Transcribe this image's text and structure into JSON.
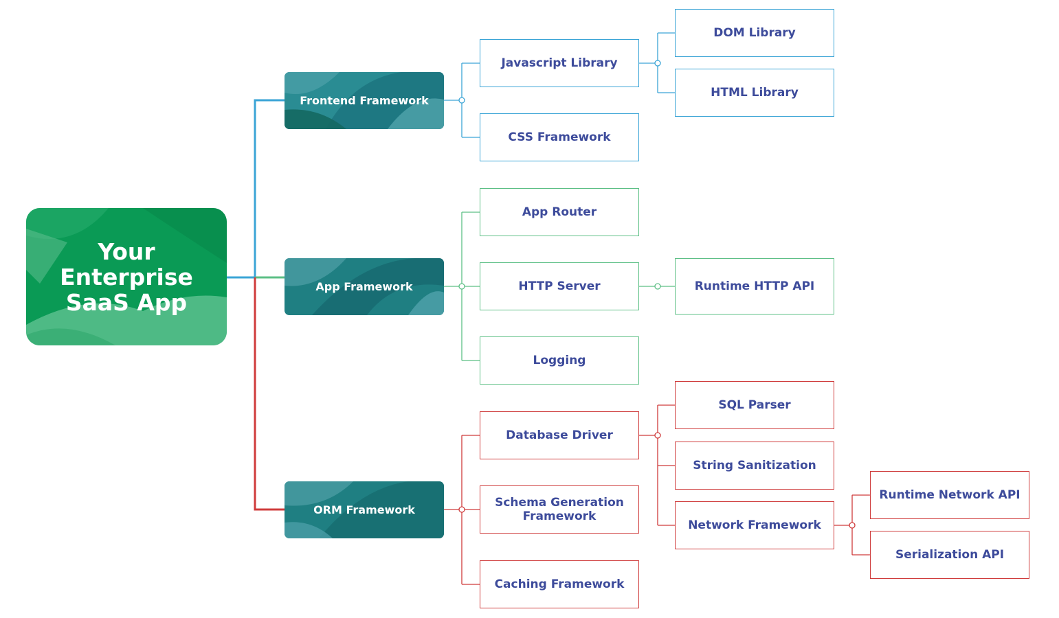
{
  "root": {
    "line1": "Your",
    "line2": "Enterprise",
    "line3": "SaaS App"
  },
  "categories": {
    "frontend": "Frontend Framework",
    "app": "App Framework",
    "orm": "ORM Framework"
  },
  "nodes": {
    "javascript_library": "Javascript Library",
    "css_framework": "CSS Framework",
    "dom_library": "DOM Library",
    "html_library": "HTML Library",
    "app_router": "App Router",
    "http_server": "HTTP Server",
    "logging": "Logging",
    "runtime_http_api": "Runtime HTTP API",
    "database_driver": "Database Driver",
    "schema_generation_framework": "Schema Generation Framework",
    "caching_framework": "Caching Framework",
    "sql_parser": "SQL Parser",
    "string_sanitization": "String Sanitization",
    "network_framework": "Network Framework",
    "runtime_network_api": "Runtime Network API",
    "serialization_api": "Serialization API"
  },
  "colors": {
    "frontend_branch": "#3aa4d6",
    "app_branch": "#5cbf85",
    "orm_branch": "#cf3b3b",
    "node_text": "#3d4b9b",
    "root_green": "#0a9a55",
    "category_teal": "#1f7f82"
  }
}
